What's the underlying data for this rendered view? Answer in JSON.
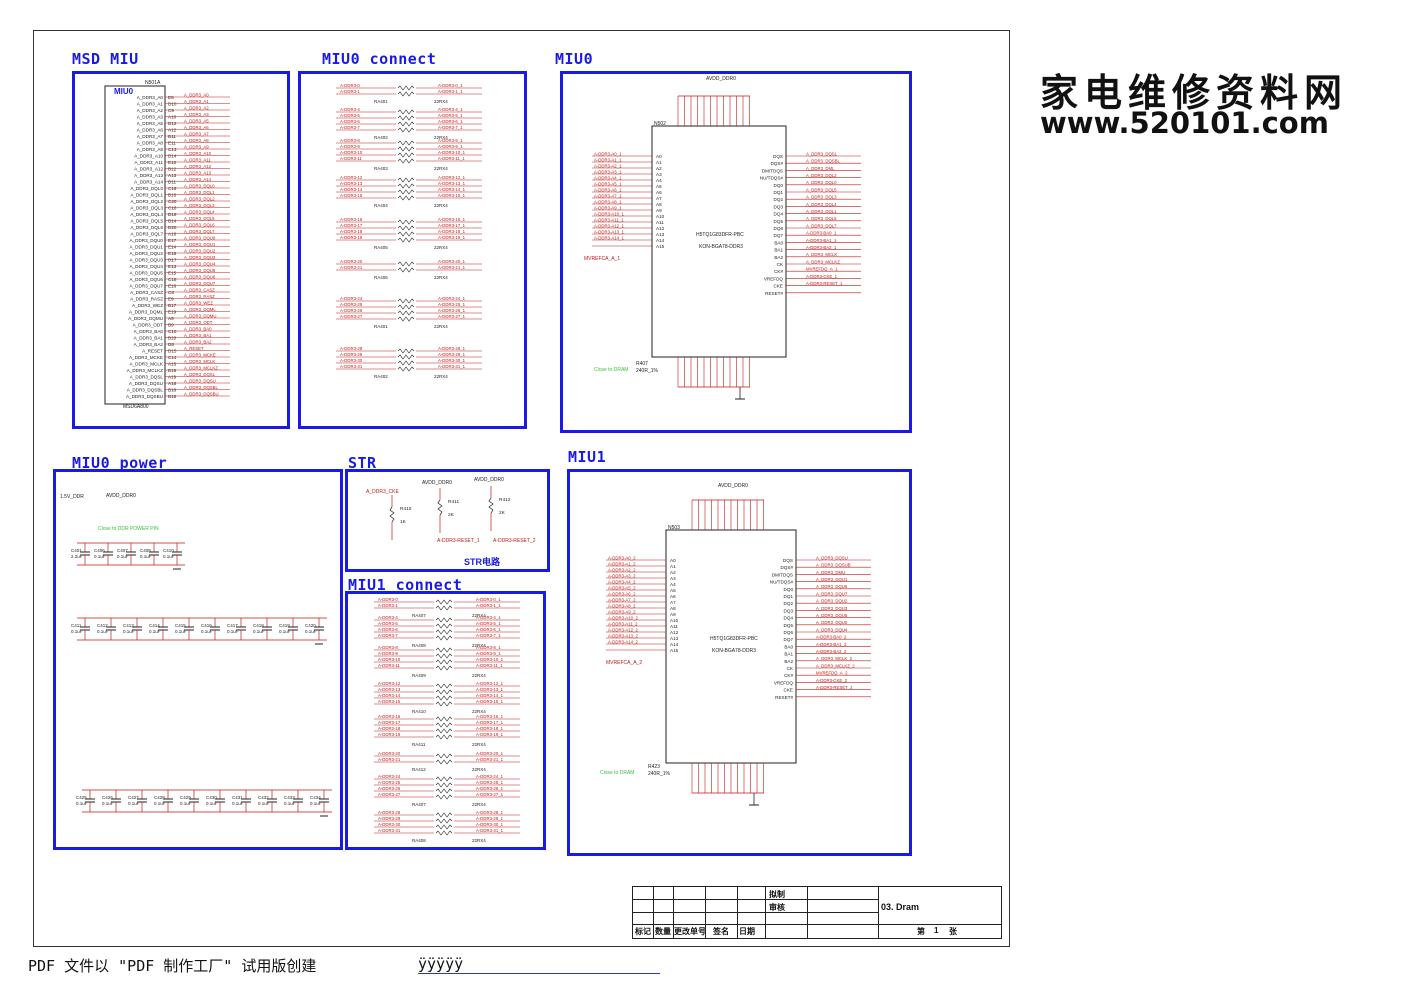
{
  "watermark": {
    "line1": "家电维修资料网",
    "line2": "www.520101.com"
  },
  "blocks": {
    "msd_miu": {
      "title": "MSD MIU",
      "chip_ref": "N501A",
      "chip_name": "MIU0",
      "chip_part": "MSD6A800"
    },
    "miu0_connect": {
      "title": "MIU0 connect",
      "rpacks": [
        "RA401",
        "RA402",
        "RA403",
        "RA404",
        "RA405",
        "RA406"
      ],
      "rpack_value": "22RX4"
    },
    "miu0": {
      "title": "MIU0",
      "ref": "N502",
      "supply": "AVDD_DDR0",
      "part": "H5TQ1G83DFR-PBC",
      "alt": "KON-BGA78-DDR3",
      "vref": "MVREFCA_A_1",
      "r_ref": "R407",
      "r_val": "240R_1%",
      "note": "Close to DRAM"
    },
    "miu0_power": {
      "title": "MIU0 power",
      "rail1": "1.5V_DDR",
      "rail2": "AVDD_DDR0",
      "note": "Close to DDR POWER PIN"
    },
    "str": {
      "title": "STR",
      "subtitle": "STR电路",
      "net_cke": "A_DDR3_CKE",
      "net_reset1": "A-DDR3-RESET_1",
      "net_reset2": "A-DDR3-RESET_2",
      "supply": "AVDD_DDR0"
    },
    "miu1": {
      "title": "MIU1",
      "ref": "N503",
      "supply": "AVDD_DDR0",
      "part": "H5TQ1G83DFR-PBC",
      "alt": "KON-BGA78-DDR3",
      "vref": "MVREFCA_A_2",
      "r_ref": "R423",
      "r_val": "240R_1%",
      "note": "Close to DRAM"
    },
    "miu1_connect": {
      "title": "MIU1 connect",
      "rpacks": [
        "RA407",
        "RA408",
        "RA409",
        "RA410",
        "RA411",
        "RA412"
      ],
      "rpack_value": "22RX4"
    }
  },
  "msd_pins": [
    "A_DDR3_A0",
    "A_DDR3_A1",
    "A_DDR3_A2",
    "A_DDR3_A3",
    "A_DDR3_A5",
    "A_DDR3_A6",
    "A_DDR3_A7",
    "A_DDR3_A8",
    "A_DDR3_A9",
    "A_DDR3_A10",
    "A_DDR3_A11",
    "A_DDR3_A12",
    "A_DDR3_A13",
    "A_DDR3_A14",
    "A_DDR3_DQL0",
    "A_DDR3_DQL1",
    "A_DDR3_DQL2",
    "A_DDR3_DQL3",
    "A_DDR3_DQL4",
    "A_DDR3_DQL5",
    "A_DDR3_DQL6",
    "A_DDR3_DQL7",
    "A_DDR3_DQU0",
    "A_DDR3_DQU1",
    "A_DDR3_DQU2",
    "A_DDR3_DQU3",
    "A_DDR3_DQU4",
    "A_DDR3_DQU5",
    "A_DDR3_DQU6",
    "A_DDR3_DQU7",
    "A_DDR3_CASZ",
    "A_DDR3_RASZ",
    "A_DDR3_WEZ",
    "A_DDR3_DQML",
    "A_DDR3_DQMU",
    "A_DDR3_ODT",
    "A_DDR3_BA0",
    "A_DDR3_BA1",
    "A_DDR3_BA2",
    "A_RESET",
    "A_DDR3_MCKE",
    "A_DDR3_MCLK",
    "A_DDR3_MCLKZ",
    "A_DDR3_DQSL",
    "A_DDR3_DQSU",
    "A_DDR3_DQSBL",
    "A_DDR3_DQSBU"
  ],
  "msd_balls": [
    "E8",
    "D10",
    "C9",
    "A10",
    "D12",
    "A12",
    "B11",
    "E11",
    "C13",
    "D14",
    "E10",
    "B12",
    "A13",
    "D11",
    "C19",
    "B16",
    "C20",
    "C16",
    "D19",
    "B14",
    "D20",
    "A16",
    "E17",
    "E14",
    "E18",
    "D17",
    "E13",
    "E15",
    "C18",
    "E16",
    "C8",
    "E9",
    "B17",
    "E19",
    "A9",
    "B9",
    "C10",
    "B10",
    "D8",
    "D15",
    "C14",
    "A15",
    "B19",
    "A19",
    "A18",
    "B18",
    "B18"
  ],
  "miu_left_nets": [
    "A-DDR3-A0_1",
    "A-DDR3-A1_1",
    "A-DDR3-A2_1",
    "A-DDR3-A3_1",
    "A-DDR3-A4_1",
    "A-DDR3-A5_1",
    "A-DDR3-A6_1",
    "A-DDR3-A7_1",
    "A-DDR3-A8_1",
    "A-DDR3-A9_1",
    "A-DDR3-A10_1",
    "A-DDR3-A11_1",
    "A-DDR3-A12_1",
    "A-DDR3-A13_1",
    "A-DDR3-A14_1"
  ],
  "miu_left_pins": [
    "A0",
    "A1",
    "A2",
    "A3",
    "A4",
    "A5",
    "A6",
    "A7",
    "A8",
    "A9",
    "A10",
    "A11",
    "A12",
    "A13",
    "A14",
    "A15"
  ],
  "miu_right_pins": [
    "DQS",
    "DQS#",
    "DM/TDQS",
    "NU/TDQS#",
    "DQ0",
    "DQ1",
    "DQ2",
    "DQ3",
    "DQ4",
    "DQ5",
    "DQ6",
    "DQ7",
    "BA0",
    "BA1",
    "BA2",
    "CK",
    "CK#",
    "VREFDQ",
    "CKE",
    "RESET#"
  ],
  "miu0_right_nets": [
    "A_DDR3_DQSL",
    "A_DDR3_DQSBL",
    "A_DDR3_DML",
    "A_DDR3_DQL2",
    "A_DDR3_DQL0",
    "A_DDR3_DQL5",
    "A_DDR3_DQL3",
    "A_DDR3_DQL4",
    "A_DDR3_DQL1",
    "A_DDR3_DQL6",
    "A_DDR3_DQL7",
    "A-DDR3-BA0_1",
    "A-DDR3-BA1_1",
    "A-DDR3-BA2_1",
    "A_DDR3_MCLK",
    "A_DDR3_MCLKZ",
    "MVREFDQ_A_1",
    "A-DDR3-CKE_1",
    "A-DDR3-RESET_1"
  ],
  "miu1_right_nets": [
    "A_DDR3_DQSU",
    "A_DDR3_DQSUB",
    "A_DDR3_DMU",
    "A_DDR3_DQU1",
    "A_DDR3_DQU6",
    "A_DDR3_DQU7",
    "A_DDR3_DQU2",
    "A_DDR3_DQU3",
    "A_DDR3_DQU5",
    "A_DDR3_DQU0",
    "A_DDR3_DQU4",
    "A-DDR3-BA0_2",
    "A-DDR3-BA1_2",
    "A-DDR3-BA2_2",
    "A_DDR3_MCLK_2",
    "A_DDR3_MCLKZ_2",
    "MVREFDQ_A_2",
    "A-DDR3-CKE_2",
    "A-DDR3-RESET_2"
  ],
  "caps_row1": [
    [
      "C401",
      "2.2uF"
    ],
    [
      "C406",
      "0.1uF"
    ],
    [
      "C407",
      "0.1uF"
    ],
    [
      "C408",
      "0.1uF"
    ],
    [
      "C410",
      "0.1uF"
    ]
  ],
  "caps_row2": [
    "C411",
    "C412",
    "C413",
    "C414",
    "C415",
    "C416",
    "C417",
    "C418",
    "C419",
    "C420"
  ],
  "caps_row3": [
    "C425",
    "C426",
    "C427",
    "C428",
    "C429",
    "C430",
    "C431",
    "C432",
    "C433",
    "C434"
  ],
  "cap_value": "0.1uF",
  "title_block": {
    "drawn": "拟制",
    "checked": "审核",
    "title": "03. Dram",
    "cols": [
      "标记",
      "数量",
      "更改单号",
      "签名",
      "日期"
    ],
    "sheet_label": "第",
    "sheet_no": "1",
    "sheet_unit": "张"
  },
  "footer": {
    "text": "PDF 文件以 \"PDF 制作工厂\" 试用版创建",
    "link": "ÿÿÿÿÿ"
  }
}
